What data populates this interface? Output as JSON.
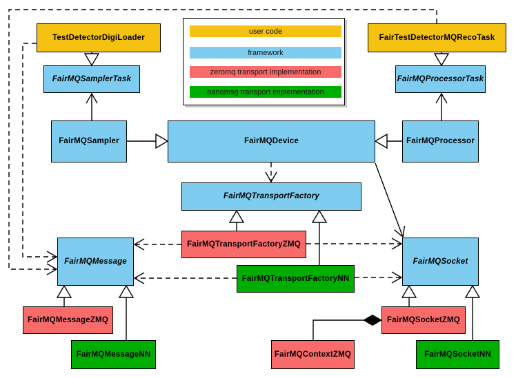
{
  "diagram_type": "uml-class-diagram",
  "palette": {
    "user_code": "#F5C211",
    "framework": "#7ECDF1",
    "zeromq": "#F96B6B",
    "nanomsg": "#00AE00",
    "line": "#000000",
    "background": "#FFFFFF"
  },
  "legend": {
    "items": [
      {
        "label": "user code",
        "color": "#F5C211"
      },
      {
        "label": "framework",
        "color": "#7ECDF1"
      },
      {
        "label": "zeromq transport implementation",
        "color": "#F96B6B"
      },
      {
        "label": "nanomsg transport implementation",
        "color": "#00AE00"
      }
    ]
  },
  "nodes": {
    "testDetectorDigiLoader": {
      "label": "TestDetectorDigiLoader",
      "category": "user code",
      "abstract": false
    },
    "fairTestDetectorMQRecoTask": {
      "label": "FairTestDetectorMQRecoTask",
      "category": "user code",
      "abstract": false
    },
    "fairMQSamplerTask": {
      "label": "FairMQSamplerTask",
      "category": "framework",
      "abstract": true
    },
    "fairMQProcessorTask": {
      "label": "FairMQProcessorTask",
      "category": "framework",
      "abstract": true
    },
    "fairMQSampler": {
      "label": "FairMQSampler",
      "category": "framework",
      "abstract": false
    },
    "fairMQDevice": {
      "label": "FairMQDevice",
      "category": "framework",
      "abstract": false
    },
    "fairMQProcessor": {
      "label": "FairMQProcessor",
      "category": "framework",
      "abstract": false
    },
    "fairMQTransportFactory": {
      "label": "FairMQTransportFactory",
      "category": "framework",
      "abstract": true
    },
    "fairMQTransportFactoryZMQ": {
      "label": "FairMQTransportFactoryZMQ",
      "category": "zeromq",
      "abstract": false
    },
    "fairMQTransportFactoryNN": {
      "label": "FairMQTransportFactoryNN",
      "category": "nanomsg",
      "abstract": false
    },
    "fairMQMessage": {
      "label": "FairMQMessage",
      "category": "framework",
      "abstract": true
    },
    "fairMQSocket": {
      "label": "FairMQSocket",
      "category": "framework",
      "abstract": true
    },
    "fairMQMessageZMQ": {
      "label": "FairMQMessageZMQ",
      "category": "zeromq",
      "abstract": false
    },
    "fairMQMessageNN": {
      "label": "FairMQMessageNN",
      "category": "nanomsg",
      "abstract": false
    },
    "fairMQSocketZMQ": {
      "label": "FairMQSocketZMQ",
      "category": "zeromq",
      "abstract": false
    },
    "fairMQContextZMQ": {
      "label": "FairMQContextZMQ",
      "category": "zeromq",
      "abstract": false
    },
    "fairMQSocketNN": {
      "label": "FairMQSocketNN",
      "category": "nanomsg",
      "abstract": false
    }
  },
  "edges": [
    {
      "from": "TestDetectorDigiLoader",
      "to": "FairMQSamplerTask",
      "type": "inheritance-triangle",
      "style": "solid"
    },
    {
      "from": "FairTestDetectorMQRecoTask",
      "to": "FairMQProcessorTask",
      "type": "inheritance-triangle",
      "style": "solid"
    },
    {
      "from": "FairMQSampler",
      "to": "FairMQSamplerTask",
      "type": "open-arrow",
      "style": "solid"
    },
    {
      "from": "FairMQProcessor",
      "to": "FairMQProcessorTask",
      "type": "open-arrow",
      "style": "solid"
    },
    {
      "from": "FairMQSampler",
      "to": "FairMQDevice",
      "type": "inheritance-triangle",
      "style": "solid"
    },
    {
      "from": "FairMQProcessor",
      "to": "FairMQDevice",
      "type": "inheritance-triangle",
      "style": "solid"
    },
    {
      "from": "FairMQDevice",
      "to": "FairMQTransportFactory",
      "type": "open-arrow",
      "style": "dashed"
    },
    {
      "from": "FairMQDevice",
      "to": "FairMQSocket",
      "type": "open-arrow",
      "style": "solid"
    },
    {
      "from": "FairMQTransportFactoryZMQ",
      "to": "FairMQTransportFactory",
      "type": "inheritance-triangle",
      "style": "solid"
    },
    {
      "from": "FairMQTransportFactoryNN",
      "to": "FairMQTransportFactory",
      "type": "inheritance-triangle",
      "style": "solid"
    },
    {
      "from": "FairMQTransportFactoryZMQ",
      "to": "FairMQMessage",
      "type": "open-arrow",
      "style": "dashed"
    },
    {
      "from": "FairMQTransportFactoryZMQ",
      "to": "FairMQSocket",
      "type": "open-arrow",
      "style": "dashed"
    },
    {
      "from": "FairMQTransportFactoryNN",
      "to": "FairMQMessage",
      "type": "open-arrow",
      "style": "dashed"
    },
    {
      "from": "FairMQTransportFactoryNN",
      "to": "FairMQSocket",
      "type": "open-arrow",
      "style": "dashed"
    },
    {
      "from": "TestDetectorDigiLoader",
      "to": "FairMQMessage",
      "type": "open-arrow",
      "style": "dashed"
    },
    {
      "from": "FairTestDetectorMQRecoTask",
      "to": "FairMQMessage",
      "type": "open-arrow",
      "style": "dashed"
    },
    {
      "from": "FairMQMessageZMQ",
      "to": "FairMQMessage",
      "type": "inheritance-triangle",
      "style": "solid"
    },
    {
      "from": "FairMQMessageNN",
      "to": "FairMQMessage",
      "type": "inheritance-triangle",
      "style": "solid"
    },
    {
      "from": "FairMQSocketZMQ",
      "to": "FairMQSocket",
      "type": "inheritance-triangle",
      "style": "solid"
    },
    {
      "from": "FairMQSocketNN",
      "to": "FairMQSocket",
      "type": "inheritance-triangle",
      "style": "solid"
    },
    {
      "from": "FairMQContextZMQ",
      "to": "FairMQSocketZMQ",
      "type": "composition-diamond",
      "style": "solid"
    }
  ]
}
